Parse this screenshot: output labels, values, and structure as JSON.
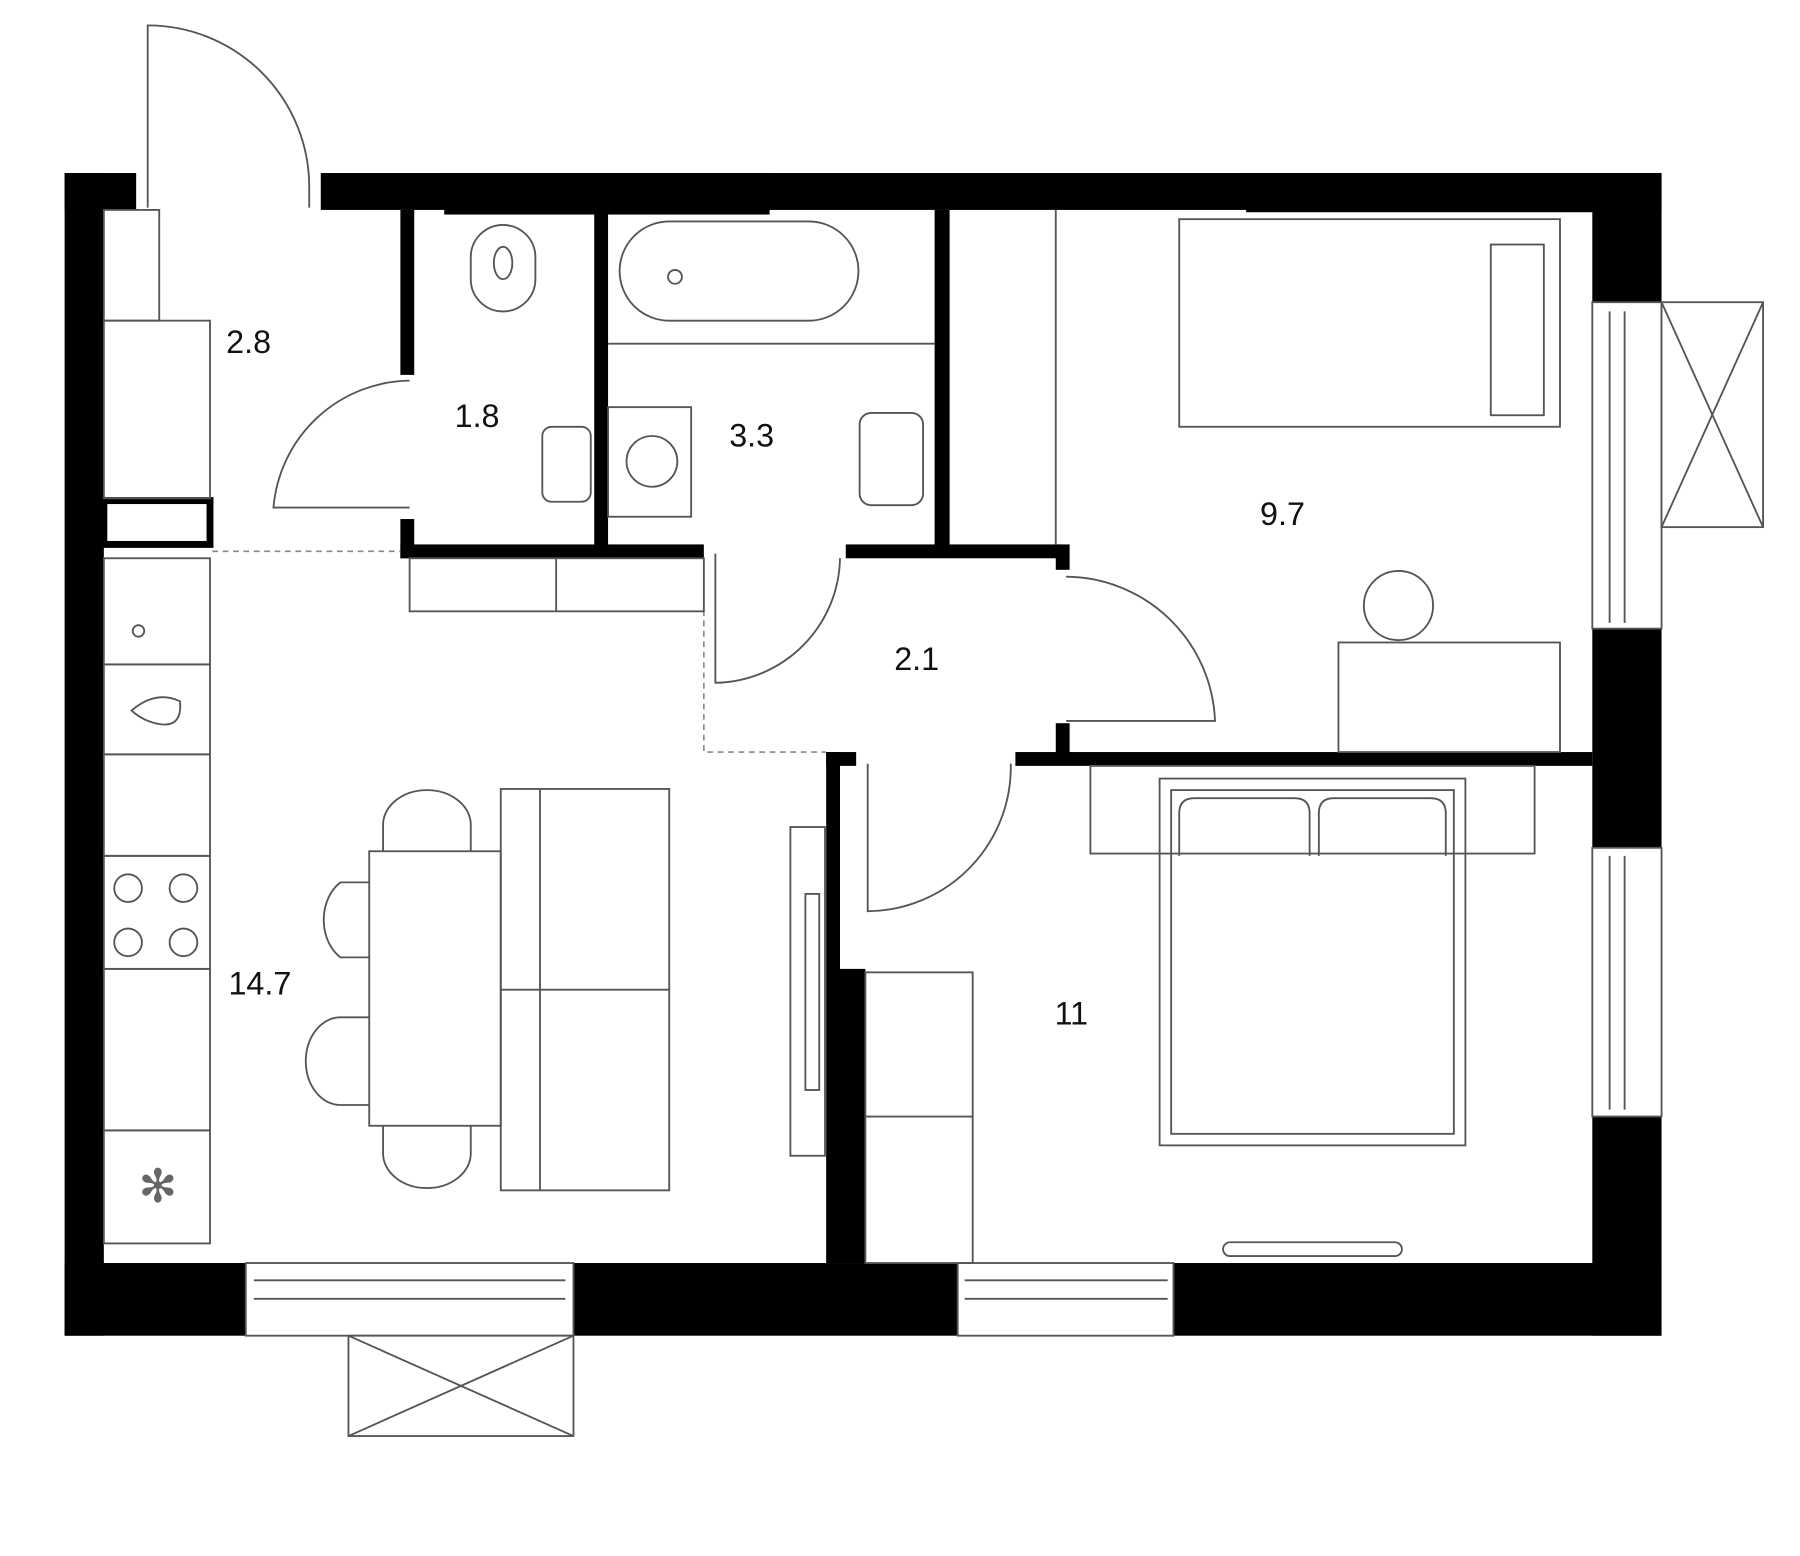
{
  "plan": {
    "rooms": [
      {
        "id": "hallway-entrance",
        "area": "2.8"
      },
      {
        "id": "toilet",
        "area": "1.8"
      },
      {
        "id": "bathroom",
        "area": "3.3"
      },
      {
        "id": "corridor",
        "area": "2.1"
      },
      {
        "id": "bedroom-small",
        "area": "9.7"
      },
      {
        "id": "kitchen-living",
        "area": "14.7"
      },
      {
        "id": "bedroom-large",
        "area": "11"
      }
    ],
    "colors": {
      "wall": "#000000",
      "furniture": "#555555",
      "background": "#ffffff"
    }
  }
}
